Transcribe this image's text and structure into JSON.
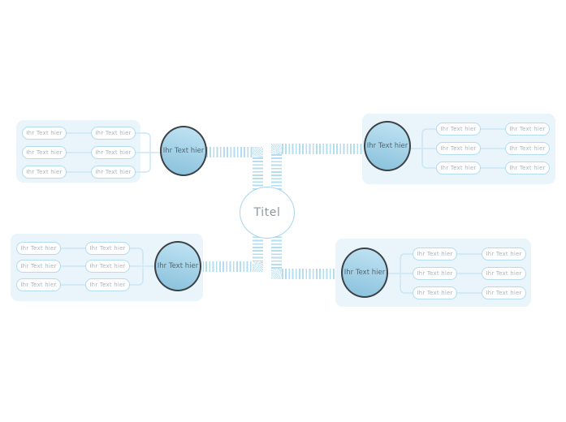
{
  "colors": {
    "canvas-bg": "#ffffff",
    "panel-bg": "#e9f4fb",
    "stripe": "#b4ddf0",
    "line": "#c9e6f5",
    "node-border": "#3c4146",
    "node-text": "#57646e",
    "pill-border": "#b3dcf0",
    "pill-text": "#aab5bd",
    "center-border": "#a6d6ef",
    "center-text": "#8e979d"
  },
  "center": {
    "label": "Titel"
  },
  "branches": [
    {
      "name": "top-left",
      "node_label": "Ihr Text hier",
      "rows": [
        [
          "Ihr Text hier",
          "Ihr Text hier"
        ],
        [
          "Ihr Text hier",
          "Ihr Text hier"
        ],
        [
          "Ihr Text hier",
          "Ihr Text hier"
        ]
      ]
    },
    {
      "name": "top-right",
      "node_label": "Ihr Text hier",
      "rows": [
        [
          "Ihr Text hier",
          "Ihr Text hier"
        ],
        [
          "Ihr Text hier",
          "Ihr Text hier"
        ],
        [
          "Ihr Text hier",
          "Ihr Text hier"
        ]
      ]
    },
    {
      "name": "bottom-left",
      "node_label": "Ihr Text hier",
      "rows": [
        [
          "Ihr Text hier",
          "Ihr Text hier"
        ],
        [
          "Ihr Text hier",
          "Ihr Text hier"
        ],
        [
          "Ihr Text hier",
          "Ihr Text hier"
        ]
      ]
    },
    {
      "name": "bottom-right",
      "node_label": "Ihr Text hier",
      "rows": [
        [
          "Ihr Text hier",
          "Ihr Text hier"
        ],
        [
          "Ihr Text hier",
          "Ihr Text hier"
        ],
        [
          "Ihr Text hier",
          "Ihr Text hier"
        ]
      ]
    }
  ]
}
